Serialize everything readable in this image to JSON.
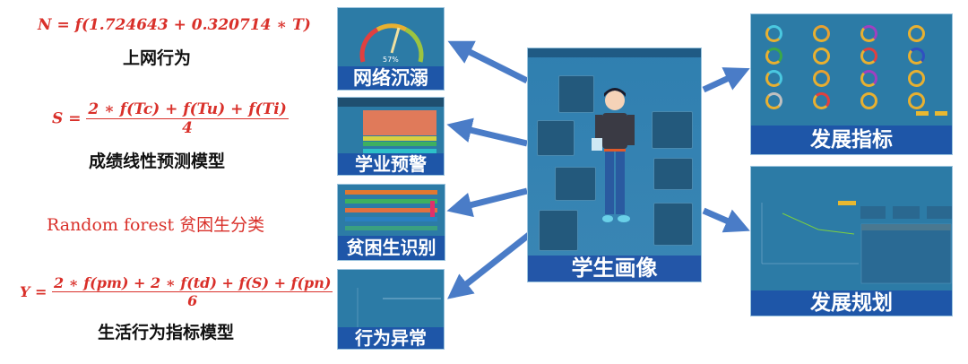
{
  "formulas": {
    "n": {
      "lhs": "N = ",
      "expr": "f(1.724643 + 0.320714 ∗ T)",
      "caption": "上网行为"
    },
    "s": {
      "lhs": "S = ",
      "num": "2 ∗ f(Tc) + f(Tu) + f(Ti)",
      "den": "4",
      "caption": "成绩线性预测模型"
    },
    "rf": {
      "text": "Random forest 贫困生分类"
    },
    "y": {
      "lhs": "Y = ",
      "num": "2 ∗ f(pm) + 2 ∗ f(td) + f(S) + f(pn)",
      "den": "6",
      "caption": "生活行为指标模型"
    }
  },
  "panels": {
    "internet": {
      "label": "网络沉溺",
      "gauge_value": "57%",
      "gauge_fraction": 0.57
    },
    "academic": {
      "label": "学业预警"
    },
    "poverty": {
      "label": "贫困生识别"
    },
    "behavior": {
      "label": "行为异常"
    },
    "portrait": {
      "label": "学生画像"
    },
    "indicators": {
      "label": "发展指标"
    },
    "planning": {
      "label": "发展规划"
    }
  },
  "colors": {
    "arrow": "#4a7cc7",
    "band": "#1e56a8",
    "panel": "#2c7ba6",
    "formula": "#d9302a"
  }
}
